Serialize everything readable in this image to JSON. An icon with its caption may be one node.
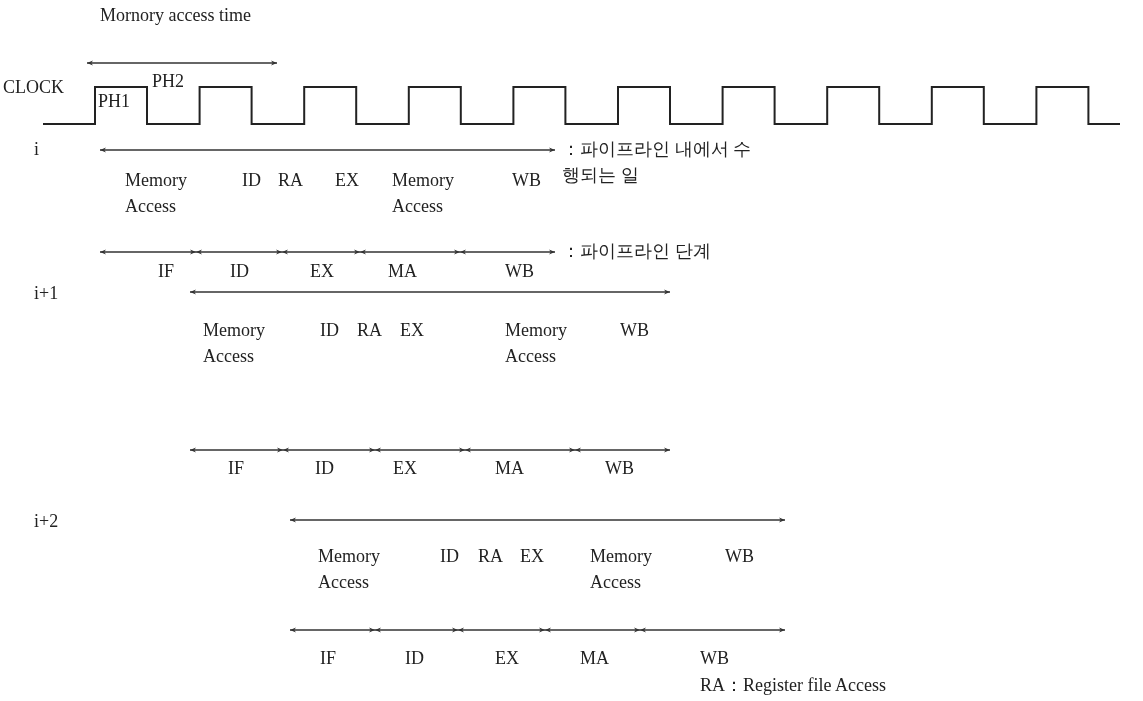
{
  "diagram": {
    "labels": [
      "Mornory access time",
      "CLOCK",
      "PH1",
      "PH2",
      "i",
      "：파이프라인 내에서 수행되는 일",
      "Memory Access",
      "ID",
      "RA",
      "EX",
      "Memory Access",
      "WB",
      "：파이프라인 단계",
      "IF",
      "ID",
      "EX",
      "MA",
      "WB",
      "i+1",
      "Memory Access",
      "ID",
      "RA",
      "EX",
      "Memory Access",
      "WB",
      "IF",
      "ID",
      "EX",
      "MA",
      "WB",
      "i+2",
      "Memory Access",
      "ID",
      "RA",
      "EX",
      "Memory Access",
      "WB",
      "IF",
      "ID",
      "EX",
      "MA",
      "WB",
      "RA：Register file Access"
    ]
  }
}
